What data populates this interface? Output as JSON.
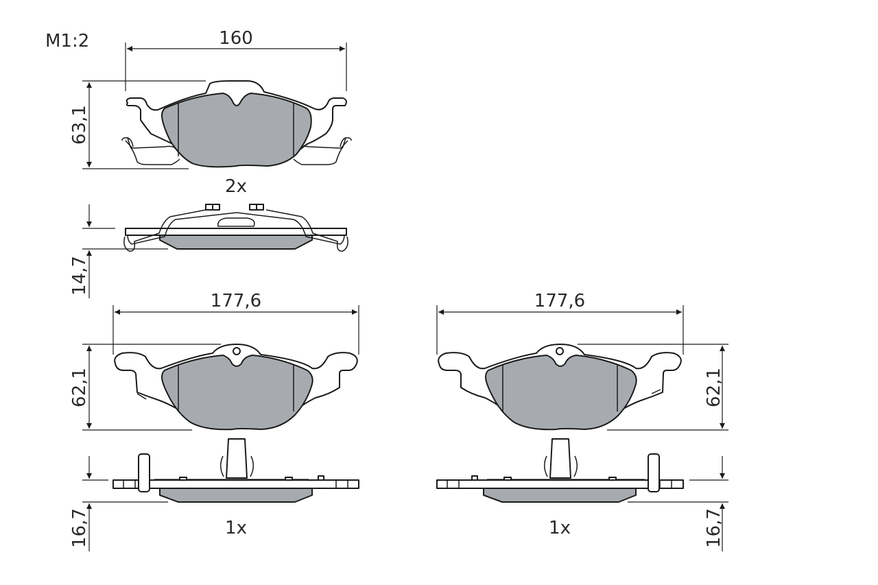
{
  "drawing": {
    "scale_label": "M1:2",
    "pad_fill_color": "#a7abb0",
    "line_color": "#1a1a1a",
    "top_view_set": {
      "width_label": "160",
      "height_label": "63,1",
      "quantity_label": "2x",
      "side_thickness_label": "14,7"
    },
    "left_pad": {
      "width_label": "177,6",
      "height_label": "62,1",
      "side_thickness_label": "16,7",
      "quantity_label": "1x"
    },
    "right_pad": {
      "width_label": "177,6",
      "height_label": "62,1",
      "side_thickness_label": "16,7",
      "quantity_label": "1x"
    }
  }
}
